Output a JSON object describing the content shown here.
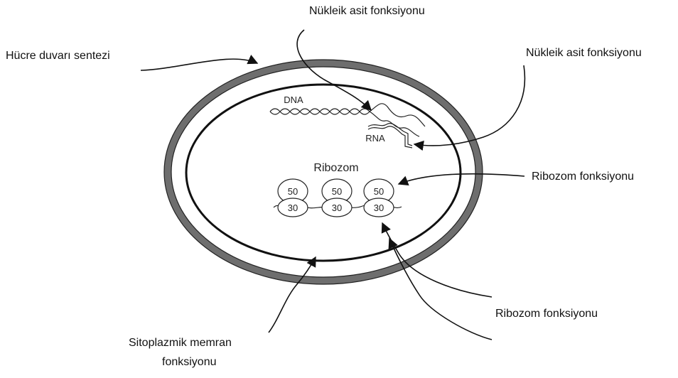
{
  "labels": {
    "nucleic_top": "Nükleik asit fonksiyonu",
    "nucleic_right": "Nükleik asit fonksiyonu",
    "cell_wall": "Hücre duvarı sentezi",
    "ribosome_right": "Ribozom fonksiyonu",
    "ribosome_bottom": "Ribozom fonksiyonu",
    "membrane_line1": "Sitoplazmik memran",
    "membrane_line2": "fonksiyonu"
  },
  "inner": {
    "dna": "DNA",
    "rna": "RNA",
    "ribosome_title": "Ribozom",
    "large_subunits": [
      "50",
      "50",
      "50"
    ],
    "small_subunits": [
      "30",
      "30",
      "30"
    ]
  },
  "colors": {
    "cell_wall": "#6e6e6e",
    "line": "#111111"
  }
}
